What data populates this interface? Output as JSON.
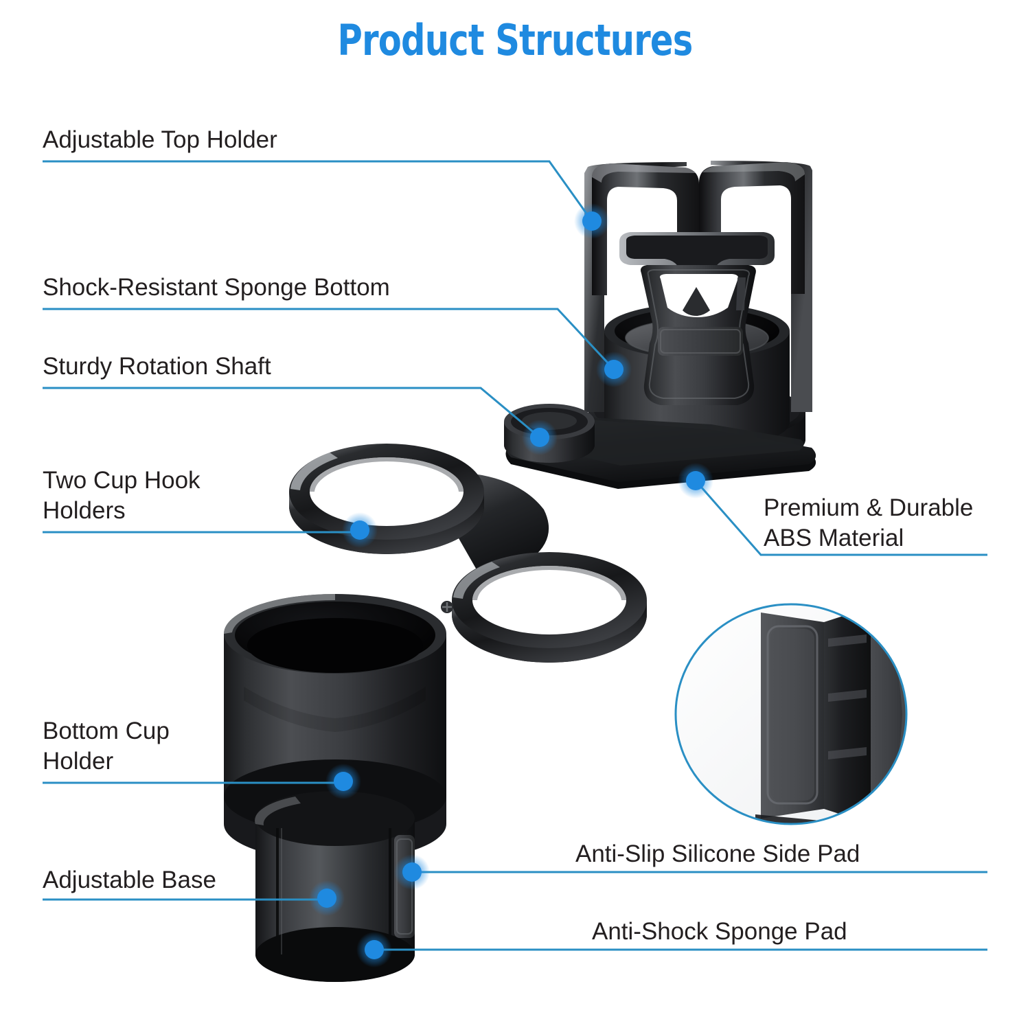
{
  "page": {
    "title": "Product Structures",
    "title_color": "#1f8ae0",
    "background_color": "#ffffff",
    "accent_line_color": "#2a8fc4",
    "dot_color": "#1f8ae0",
    "text_color": "#231f20"
  },
  "callouts": {
    "adjustable_top_holder": "Adjustable Top Holder",
    "shock_resistant_sponge_bottom": "Shock-Resistant Sponge Bottom",
    "sturdy_rotation_shaft": "Sturdy Rotation Shaft",
    "two_cup_hook_holders": "Two Cup Hook\nHolders",
    "bottom_cup_holder": "Bottom Cup\nHolder",
    "adjustable_base": "Adjustable Base",
    "premium_durable_abs_material": "Premium & Durable\nABS Material",
    "anti_slip_silicone_side_pad": "Anti-Slip Silicone Side Pad",
    "anti_shock_sponge_pad": "Anti-Shock Sponge Pad"
  },
  "product": {
    "name": "car-cup-holder-expander",
    "material_color": "#1a1a1c",
    "highlight_color": "#8e9195",
    "inset_label": "silicone-side-pad-magnified-detail"
  }
}
